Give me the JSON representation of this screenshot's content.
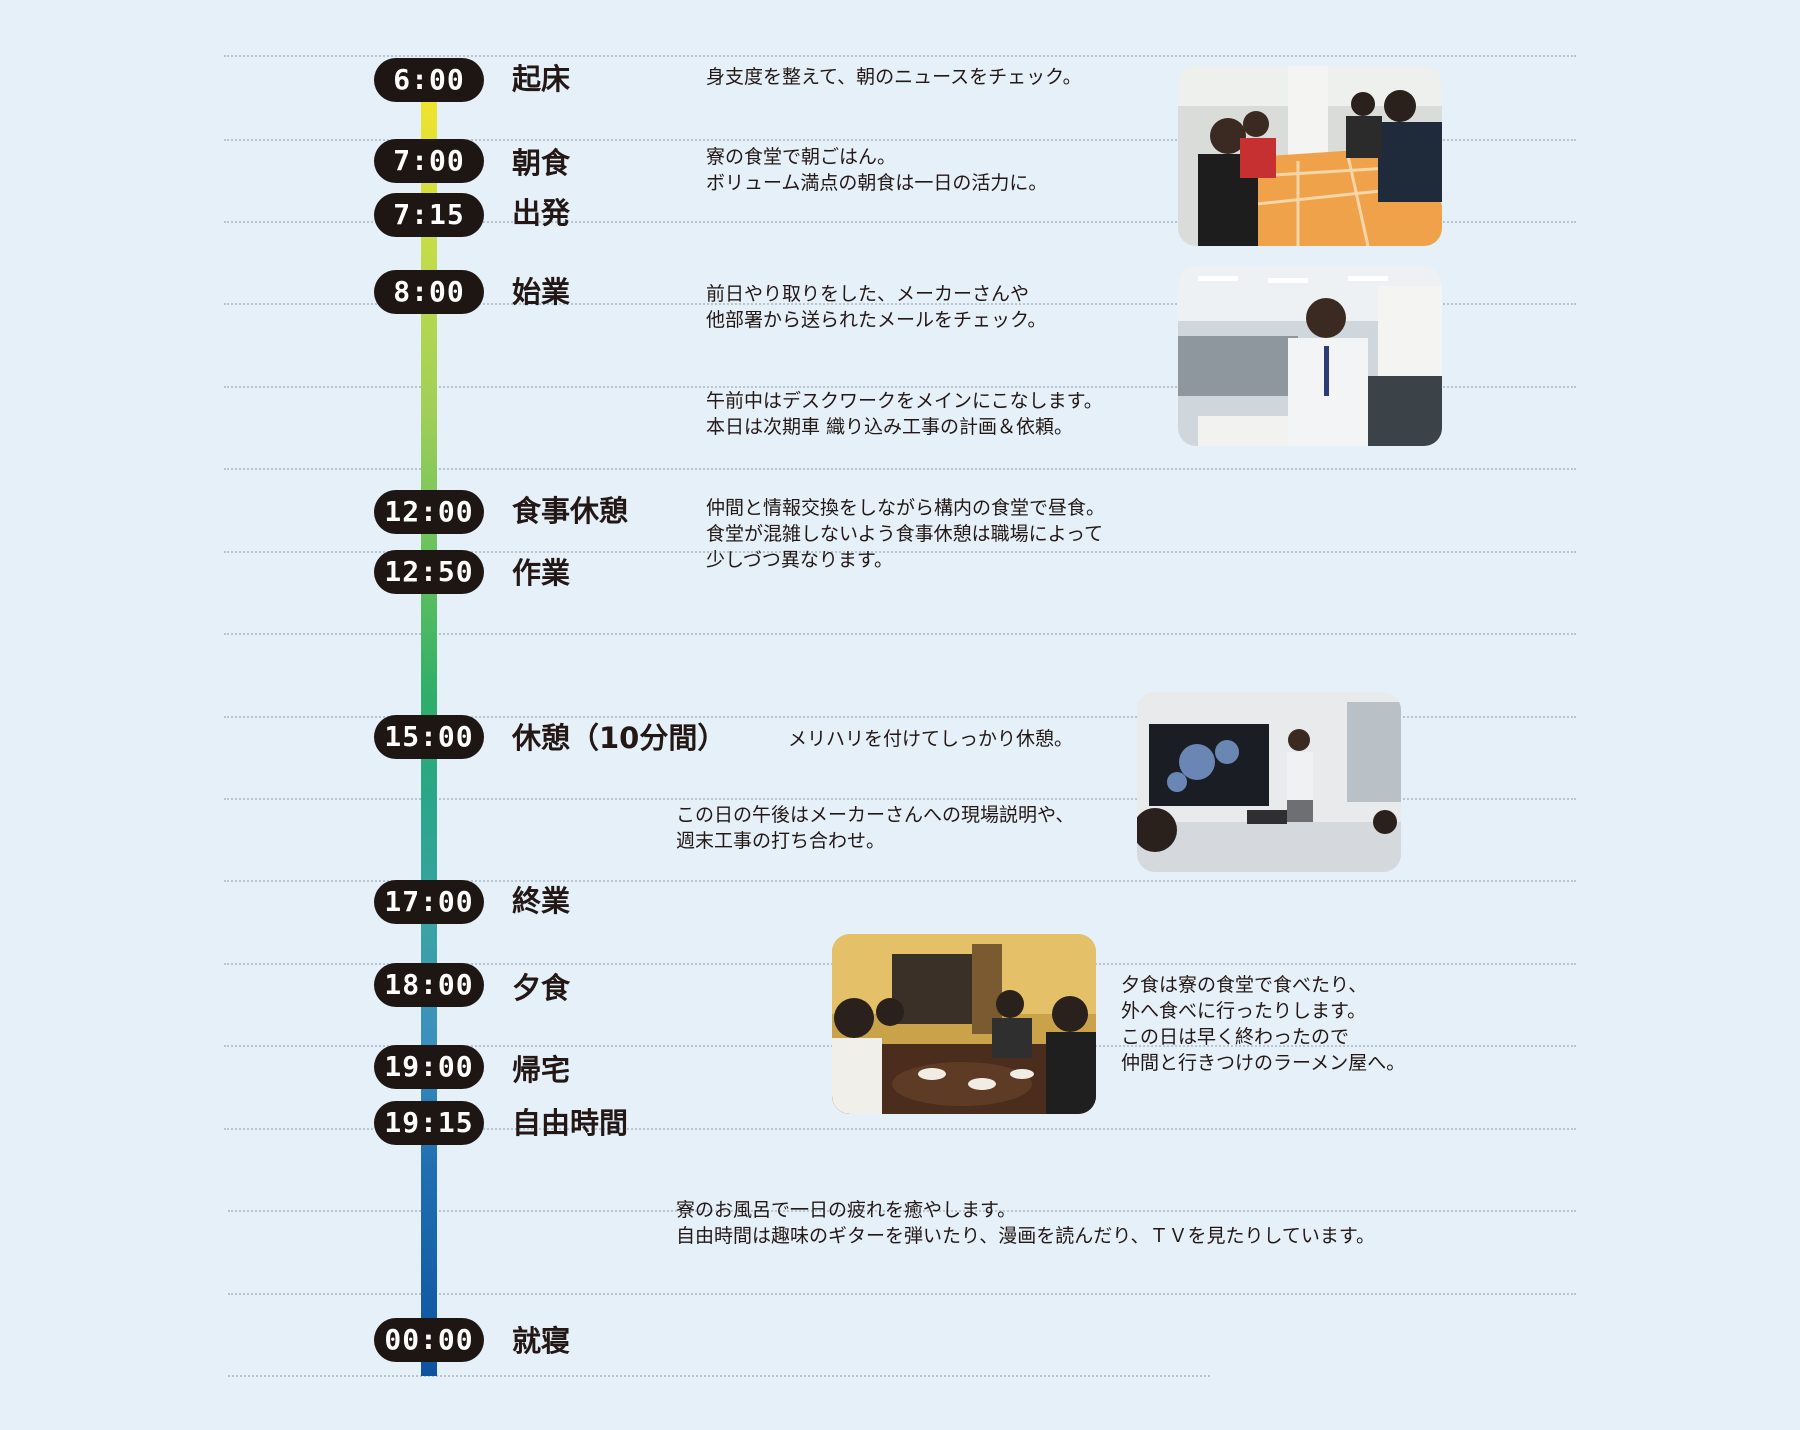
{
  "schedule": [
    {
      "time": "6:00",
      "label": "起床"
    },
    {
      "time": "7:00",
      "label": "朝食"
    },
    {
      "time": "7:15",
      "label": "出発"
    },
    {
      "time": "8:00",
      "label": "始業"
    },
    {
      "time": "12:00",
      "label": "食事休憩"
    },
    {
      "time": "12:50",
      "label": "作業"
    },
    {
      "time": "15:00",
      "label": "休憩（10分間）"
    },
    {
      "time": "17:00",
      "label": "終業"
    },
    {
      "time": "18:00",
      "label": "夕食"
    },
    {
      "time": "19:00",
      "label": "帰宅"
    },
    {
      "time": "19:15",
      "label": "自由時間"
    },
    {
      "time": "00:00",
      "label": "就寝"
    }
  ],
  "descriptions": {
    "wake": [
      "身支度を整えて、朝のニュースをチェック。"
    ],
    "breakfast": [
      "寮の食堂で朝ごはん。",
      "ボリューム満点の朝食は一日の活力に。"
    ],
    "start_work": [
      "前日やり取りをした、メーカーさんや",
      "他部署から送られたメールをチェック。"
    ],
    "morning": [
      "午前中はデスクワークをメインにこなします。",
      "本日は次期車 織り込み工事の計画＆依頼。"
    ],
    "lunch": [
      "仲間と情報交換をしながら構内の食堂で昼食。",
      "食堂が混雑しないよう食事休憩は職場によって",
      "少しづつ異なります。"
    ],
    "break": [
      "メリハリを付けてしっかり休憩。"
    ],
    "afternoon": [
      "この日の午後はメーカーさんへの現場説明や、",
      "週末工事の打ち合わせ。"
    ],
    "dinner": [
      "夕食は寮の食堂で食べたり、",
      "外へ食べに行ったりします。",
      "この日は早く終わったので",
      "仲間と行きつけのラーメン屋へ。"
    ],
    "free_time": [
      "寮のお風呂で一日の疲れを癒やします。",
      "自由時間は趣味のギターを弾いたり、漫画を読んだり、ＴＶを見たりしています。"
    ]
  },
  "colors": {
    "background": "#e6f0f9",
    "badge": "#1e1613",
    "timeline_top": "#f2e42a",
    "timeline_bottom": "#0e52a0"
  }
}
